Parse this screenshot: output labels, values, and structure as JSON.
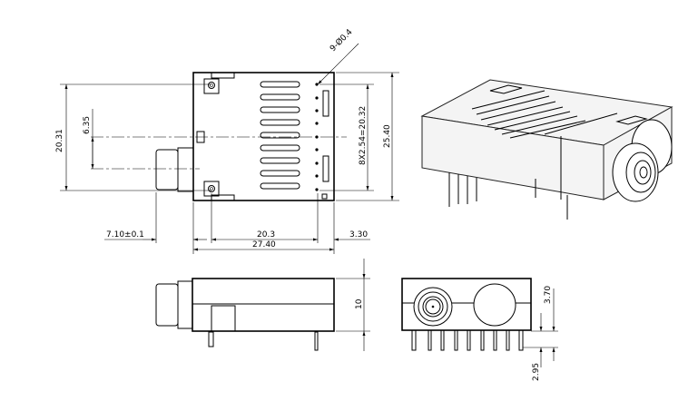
{
  "dimensions": {
    "hole_callout": "9-Ø0.4",
    "pin_span_vertical": "20.31",
    "offset": "6.35",
    "pitch": "8X2.54=20.32",
    "body_length": "25.40",
    "connector_depth": "7.10±0.1",
    "hole_spacing": "20.3",
    "edge_offset": "3.30",
    "body_width": "27.40",
    "height": "10",
    "pin_height": "3.70",
    "pin_standoff": "2.95"
  }
}
